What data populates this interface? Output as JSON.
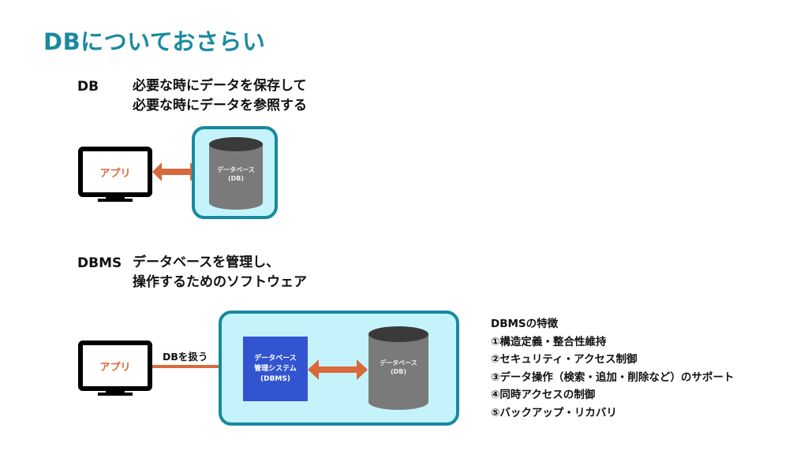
{
  "title": "DBについておさらい",
  "colors": {
    "title": "#1a8aa0",
    "arrow": "#d9683a",
    "container_fill": "#c5f3fb",
    "container_border": "#18899e",
    "dbms_box": "#3354d1",
    "cylinder": "#7a7a7a"
  },
  "section_db": {
    "label": "DB",
    "lines": [
      "必要な時にデータを保存して",
      "必要な時にデータを参照する"
    ],
    "app_label": "アプリ",
    "db_label_1": "データベース",
    "db_label_2": "(DB)"
  },
  "section_dbms": {
    "label": "DBMS",
    "lines": [
      "データベースを管理し、",
      "操作するためのソフトウェア"
    ],
    "app_label": "アプリ",
    "arrow_label": "DBを扱う",
    "dbms_label_1": "データベース",
    "dbms_label_2": "管理システム",
    "dbms_label_3": "(DBMS)",
    "db_label_1": "データベース",
    "db_label_2": "(DB)"
  },
  "features": {
    "heading": "DBMSの特徴",
    "items": [
      "①構造定義・整合性維持",
      "②セキュリティ・アクセス制御",
      "③データ操作（検索・追加・削除など）のサポート",
      "④同時アクセスの制御",
      "⑤バックアップ・リカバリ"
    ]
  }
}
